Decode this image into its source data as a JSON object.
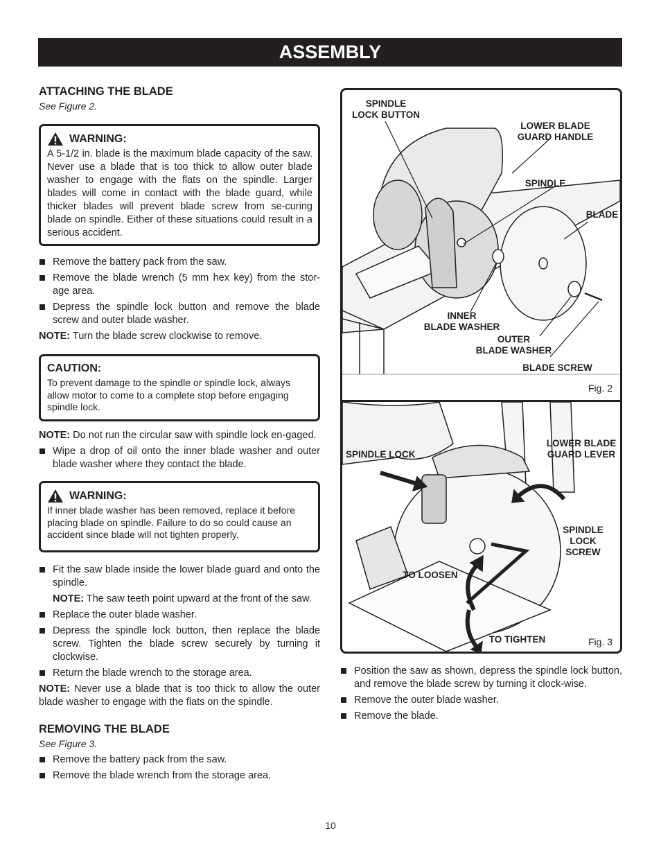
{
  "header": {
    "title": "ASSEMBLY"
  },
  "attaching": {
    "heading": "ATTACHING THE BLADE",
    "see": "See Figure 2.",
    "warning1": {
      "title": "WARNING:",
      "text": "A 5-1/2 in. blade is the maximum blade capacity of the saw. Never use a blade that is too thick to allow outer blade washer to engage with the flats on the spindle. Larger blades will come in contact with the blade guard, while thicker blades will prevent blade screw from se-curing blade on spindle. Either of these situations could result in a serious accident."
    },
    "steps1": [
      "Remove the battery pack from the saw.",
      "Remove the blade wrench (5 mm hex key) from the stor-age area.",
      "Depress the spindle lock button and remove the blade screw and outer blade washer."
    ],
    "note1": {
      "label": "NOTE:",
      "text": " Turn the blade screw clockwise to remove."
    },
    "caution": {
      "title": "CAUTION:",
      "text": "To prevent damage to the spindle or spindle lock, always allow motor to come to a complete stop before engaging spindle lock."
    },
    "note2": {
      "label": "NOTE:",
      "text": " Do not run the circular saw with spindle lock en-gaged."
    },
    "steps2": [
      "Wipe a drop of oil onto the inner blade washer and outer blade washer where they contact the blade."
    ],
    "warning2": {
      "title": "WARNING:",
      "text": "If inner blade washer has been removed, replace it before placing blade on spindle. Failure to do so could cause an accident since blade will not tighten properly."
    },
    "steps3": [
      "Fit the saw blade inside the lower blade guard and onto the spindle."
    ],
    "subnote": {
      "label": "NOTE:",
      "text": " The saw teeth point upward at the front of the saw."
    },
    "steps4": [
      "Replace the outer blade washer.",
      "Depress the spindle lock button, then replace the blade screw. Tighten the blade screw securely by turning it clockwise.",
      "Return the blade wrench to the storage area."
    ],
    "note3": {
      "label": "NOTE:",
      "text": " Never use a blade that is too thick to allow the outer blade washer to engage with the flats on the spindle."
    }
  },
  "removing": {
    "heading": "REMOVING THE BLADE",
    "see": "See Figure 3.",
    "steps": [
      "Remove the battery pack from the saw.",
      "Remove the blade wrench from the storage area."
    ],
    "steps_right": [
      "Position the saw as shown, depress the spindle lock button, and remove the blade screw by turning it clock-wise.",
      "Remove the outer blade washer.",
      "Remove the blade."
    ]
  },
  "fig2": {
    "caption": "Fig. 2",
    "labels": {
      "spindle_lock_button": "SPINDLE\nLOCK BUTTON",
      "lower_blade_guard_handle": "LOWER BLADE\nGUARD HANDLE",
      "spindle": "SPINDLE",
      "blade": "BLADE",
      "inner_blade_washer": "INNER\nBLADE WASHER",
      "outer_blade_washer": "OUTER\nBLADE WASHER",
      "blade_screw": "BLADE SCREW"
    }
  },
  "fig3": {
    "caption": "Fig. 3",
    "labels": {
      "spindle_lock": "SPINDLE LOCK",
      "lower_blade_guard_lever": "LOWER BLADE\nGUARD LEVER",
      "spindle_lock_screw": "SPINDLE\nLOCK\nSCREW",
      "to_loosen": "TO LOOSEN",
      "to_tighten": "TO TIGHTEN"
    }
  },
  "footer": {
    "page_number": "10"
  },
  "icons": {
    "warning": "warning-triangle-icon"
  }
}
